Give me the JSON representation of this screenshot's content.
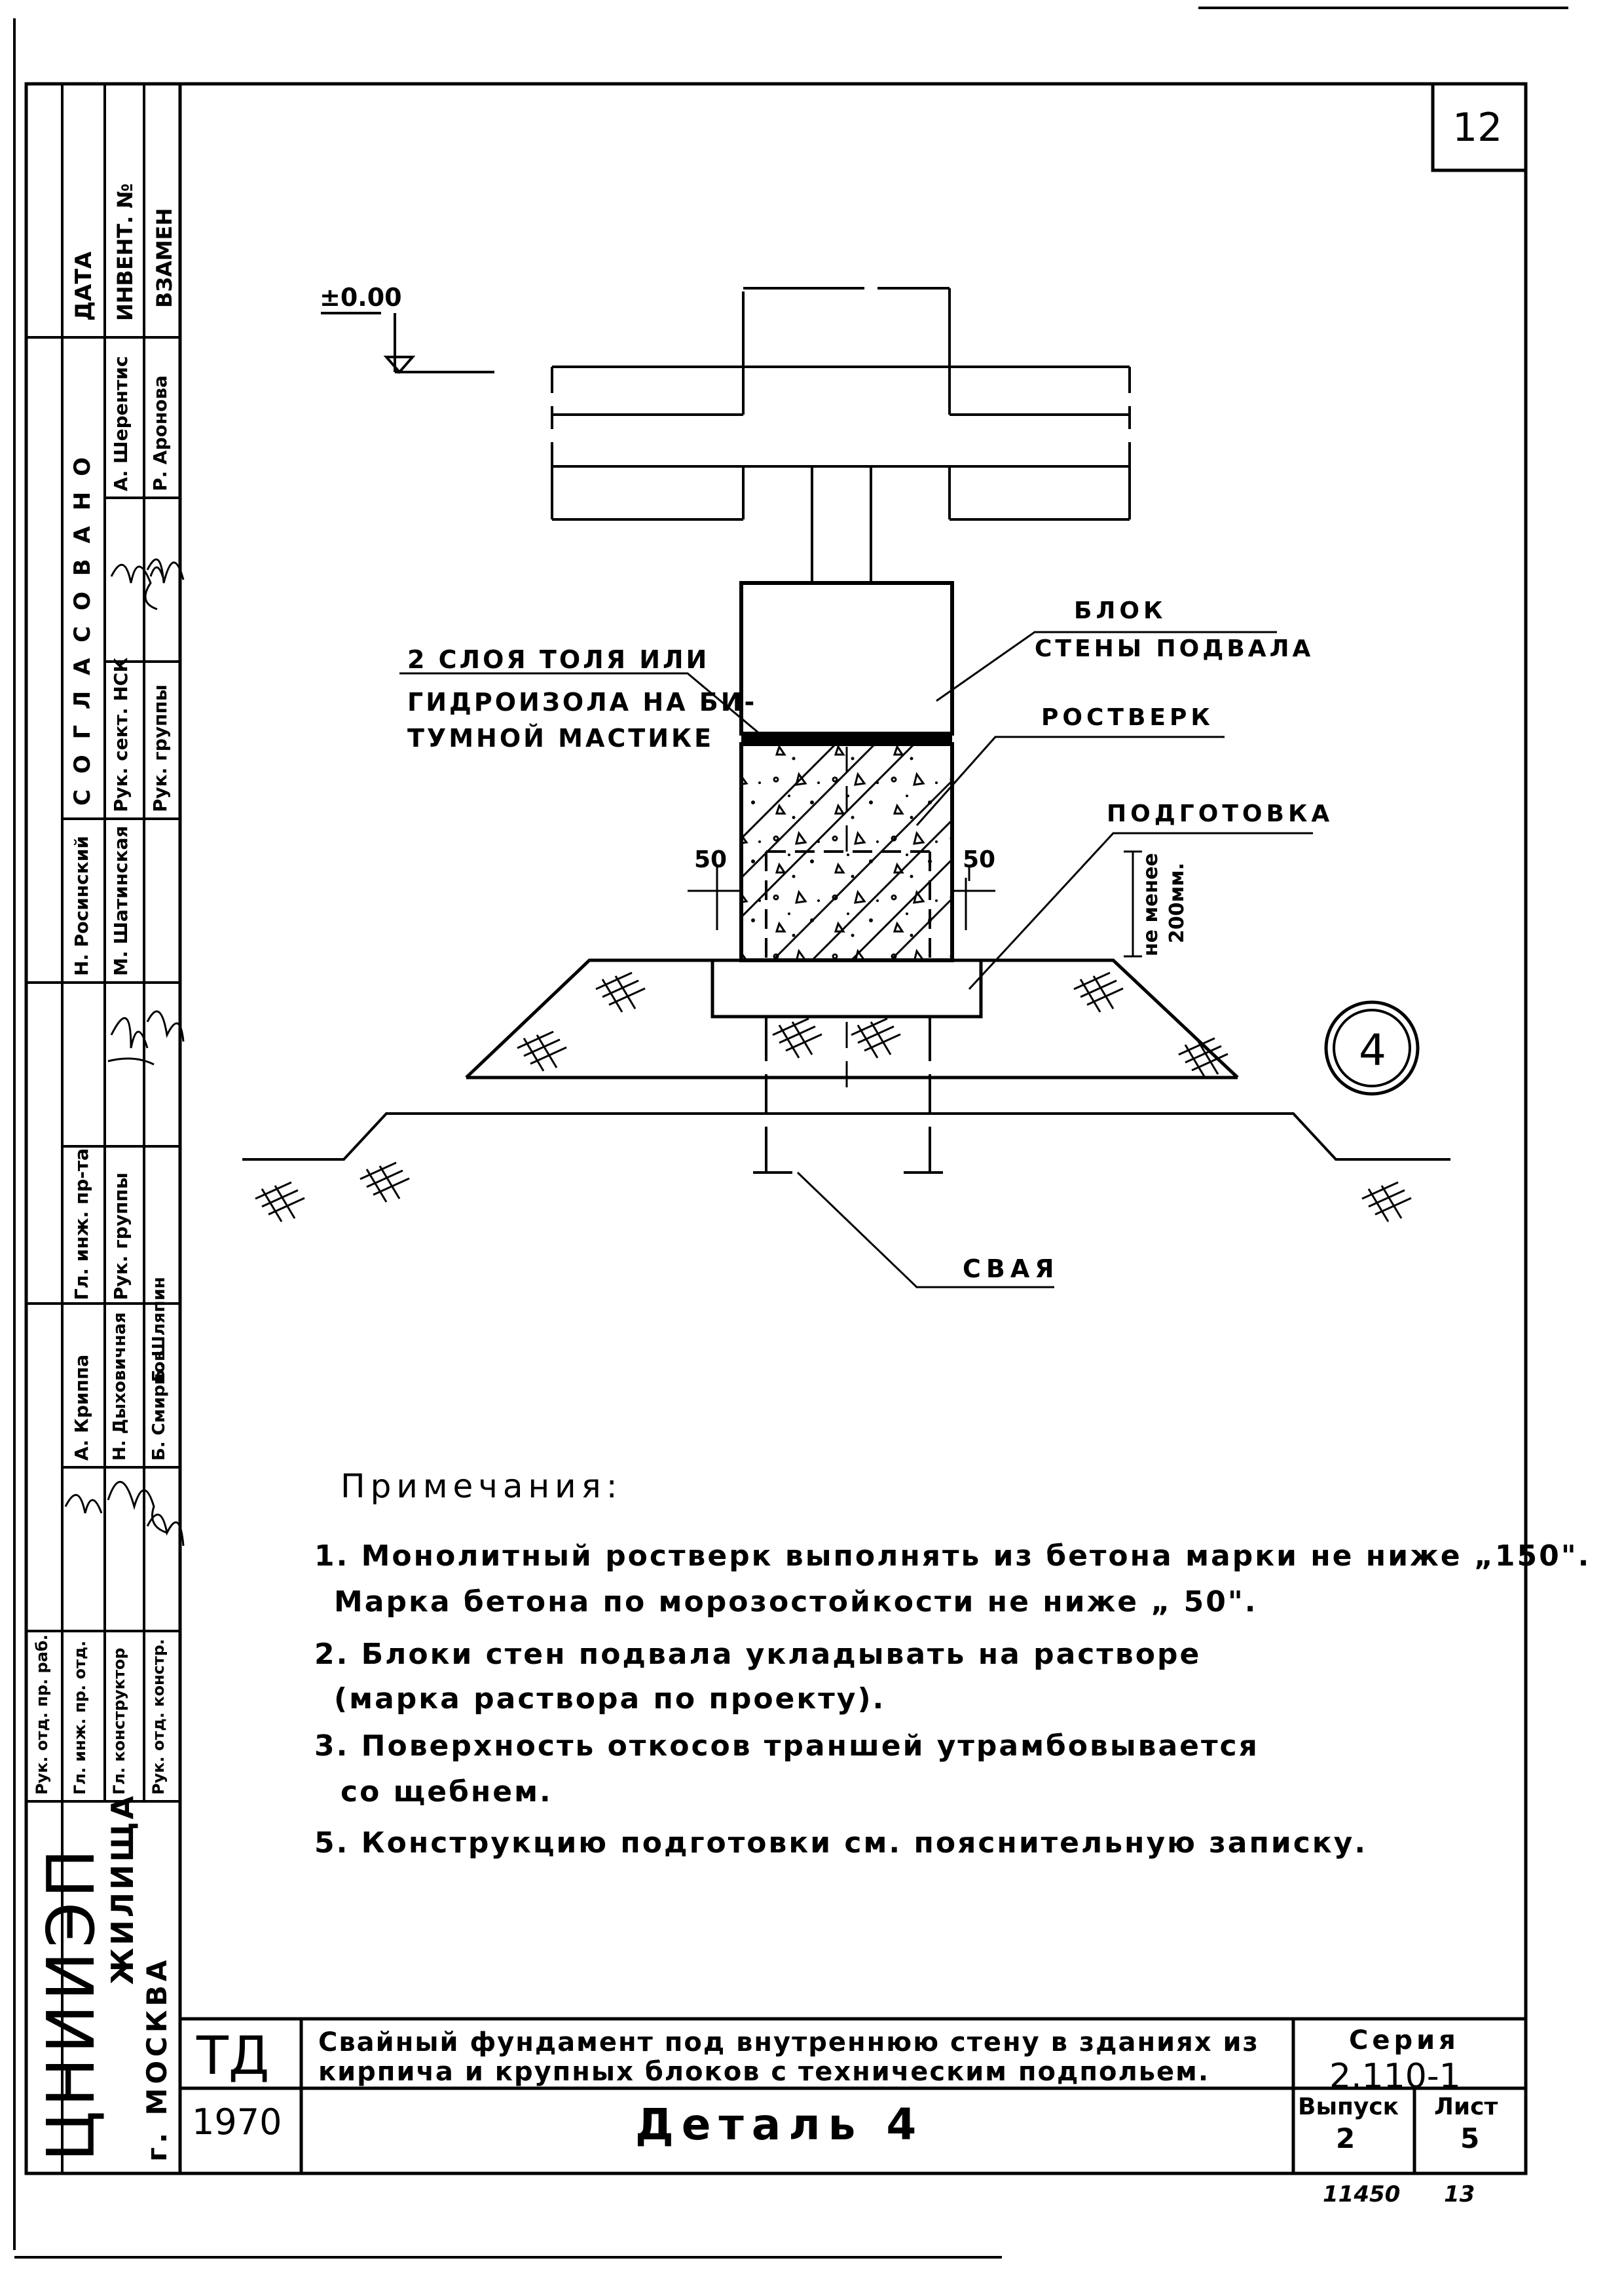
{
  "sheet": {
    "page_number": "12",
    "detail_circle": "4"
  },
  "drawing_labels": {
    "level_mark": "±0.00",
    "block": "БЛОК",
    "block_line2": "СТЕНЫ ПОДВАЛА",
    "waterproofing_line1": "2 СЛОЯ ТОЛЯ ИЛИ",
    "waterproofing_line2": "ГИДРОИЗОЛА НА БИ-",
    "waterproofing_line3": "ТУМНОЙ МАСТИКЕ",
    "grillage": "РОСТВЕРК",
    "preparation": "ПОДГОТОВКА",
    "dim_left": "50",
    "dim_right": "50",
    "min_depth_line1": "не менее",
    "min_depth_line2": "200мм.",
    "pile": "СВАЯ"
  },
  "notes": {
    "heading": "Примечания:",
    "items": [
      "1. Монолитный ростверк выполнять из бетона марки не ниже „150\".",
      "Марка бетона по морозостойкости не ниже „ 50\".",
      "2. Блоки стен подвала укладывать на растворе",
      "(марка раствора по проекту).",
      "3. Поверхность откосов траншей утрамбовывается",
      "со щебнем.",
      "5. Конструкцию подготовки см. пояснительную записку."
    ]
  },
  "side_stamp": {
    "header_date": "ДАТА",
    "header_inv": "ИНВЕНТ. №",
    "header_replace": "ВЗАМЕН",
    "agreed": "С О Г Л А С О В А Н О",
    "role_sector": "Рук. сект. НСК",
    "role_group1": "Рук. группы",
    "name_sherentis": "А. Шерентис",
    "name_aronova": "Р. Аронова",
    "name_rosinsky": "Н. Росинский",
    "name_shatinskaya": "М. Шатинская",
    "role_chief_eng_project": "Гл. инж. пр-та",
    "role_group2": "Рук. группы",
    "name_krippa": "А. Криппа",
    "name_dykhovichnaya": "Н. Дыховичная",
    "name_smirnov": "Б. Смирнов",
    "name_shlyapin": "Б. Шляпин",
    "role_dept_head": "Рук. отд. пр. раб.",
    "role_chief_eng_dept": "Гл. инж. пр. отд.",
    "role_chief_constructor": "Гл. конструктор",
    "role_dept_constructor": "Рук. отд. констр.",
    "org_name": "ЦНИИЭП",
    "org_sub": "ЖИЛИЩА",
    "org_city": "г. МОСКВА"
  },
  "title_block": {
    "code": "ТД",
    "year": "1970",
    "title_line1": "Свайный фундамент под внутреннюю стену в зданиях из",
    "title_line2": "кирпича и крупных блоков с техническим подпольем.",
    "detail_name": "Деталь 4",
    "series_label": "Серия",
    "series_value": "2.110-1",
    "issue_label": "Выпуск",
    "issue_value": "2",
    "sheet_label": "Лист",
    "sheet_value": "5",
    "stamp_number": "11450",
    "stamp_page": "13"
  }
}
